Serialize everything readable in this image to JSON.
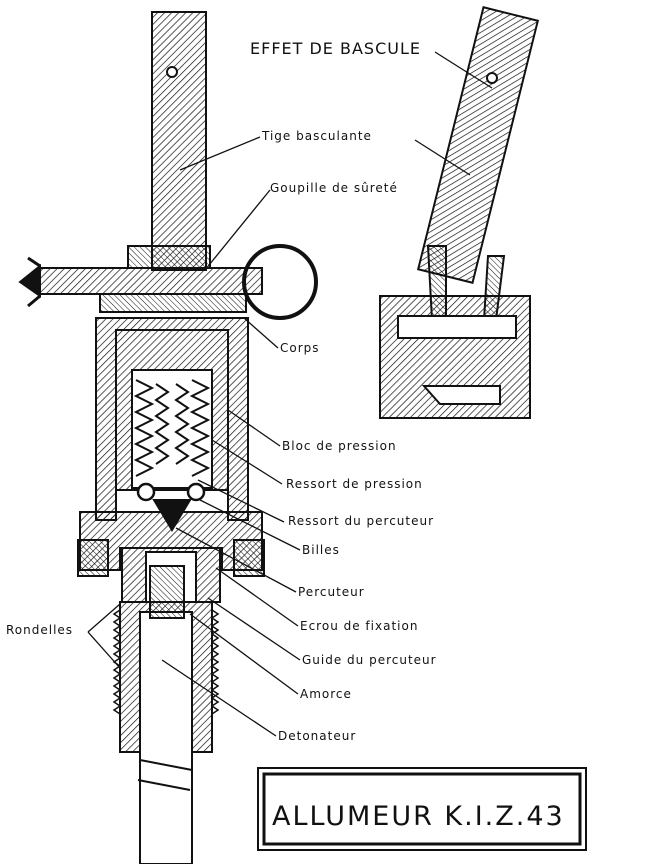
{
  "title": "ALLUMEUR K.I.Z.43",
  "detail_label": "EFFET DE BASCULE",
  "labels": {
    "tige_basculante": "Tige basculante",
    "goupille": "Goupille de sûreté",
    "corps": "Corps",
    "bloc": "Bloc de pression",
    "ressort_pression": "Ressort de pression",
    "ressort_percuteur": "Ressort du percuteur",
    "billes": "Billes",
    "percuteur": "Percuteur",
    "ecrou": "Ecrou de fixation",
    "guide": "Guide du percuteur",
    "amorce": "Amorce",
    "detonateur": "Detonateur",
    "rondelles": "Rondelles"
  },
  "colors": {
    "ink": "#111111",
    "paper": "#ffffff"
  }
}
